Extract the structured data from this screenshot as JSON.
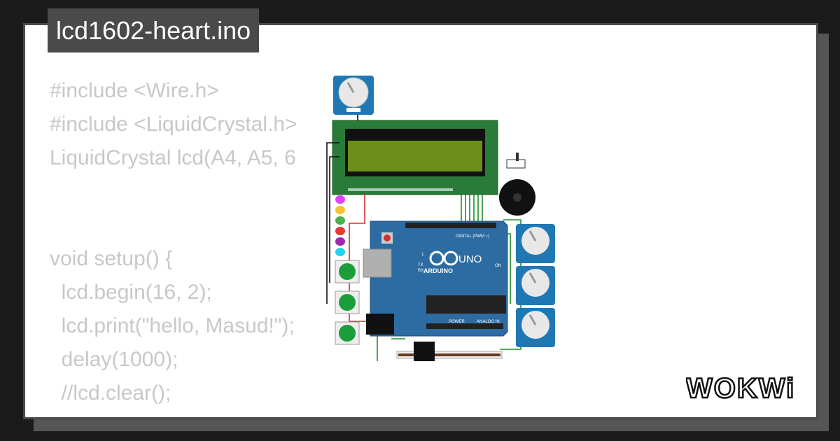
{
  "title": "lcd1602-heart.ino",
  "code_lines": [
    "#include <Wire.h>",
    "#include <LiquidCrystal.h>",
    "LiquidCrystal lcd(A4, A5, 6",
    "",
    "",
    "void setup() {",
    "  lcd.begin(16, 2);",
    "  lcd.print(\"hello, Masud!\");",
    "  delay(1000);",
    "  //lcd.clear();"
  ],
  "circuit": {
    "board_brand": "ARDUINO",
    "board_model": "UNO",
    "digital_label": "DIGITAL (PWM ~)",
    "analog_label": "ANALOG IN",
    "power_label": "POWER",
    "on_label": "ON",
    "tx_label": "TX",
    "rx_label": "RX",
    "l_label": "L",
    "led_colors": [
      "#e53935",
      "#e53935",
      "#e53935",
      "#e53935",
      "#4040ff",
      "#e040fb",
      "#f4c430",
      "#4caf50",
      "#e53935",
      "#9c27b0",
      "#22d3ee"
    ],
    "lcd_color": "#6b8f1a",
    "board_color": "#2d6ca2",
    "pcb_color": "#2a7a3a"
  },
  "logo_text": "WOKWi"
}
